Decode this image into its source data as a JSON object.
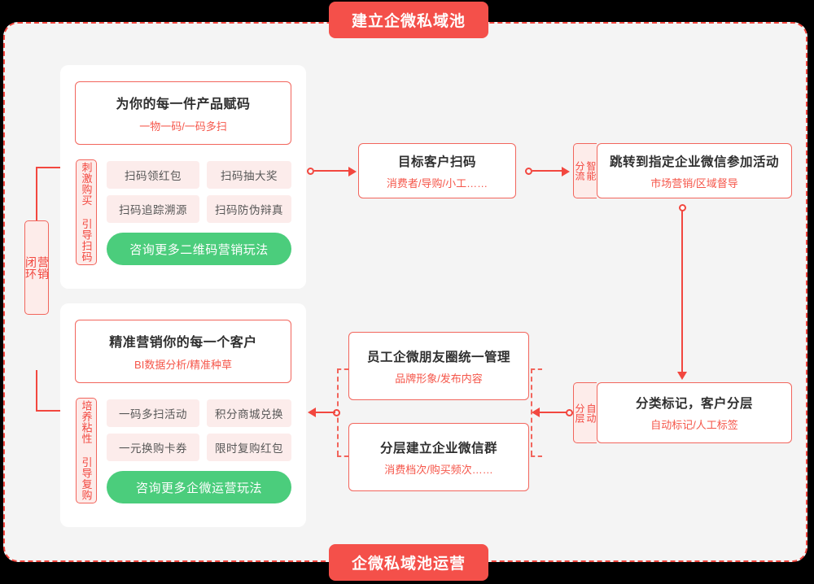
{
  "banners": {
    "top": "建立企微私域池",
    "bottom": "企微私域池运营"
  },
  "loop_label": "营销\n闭环",
  "cards": [
    {
      "id": "card-top",
      "headline_title": "为你的每一件产品赋码",
      "headline_sub": "一物一码/一码多扫",
      "side_label": "刺激购买 引导扫码",
      "tags": [
        "扫码领红包",
        "扫码抽大奖",
        "扫码追踪溯源",
        "扫码防伪辩真"
      ],
      "cta": "咨询更多二维码营销玩法"
    },
    {
      "id": "card-bottom",
      "headline_title": "精准营销你的每一个客户",
      "headline_sub": "BI数据分析/精准种草",
      "side_label": "培养粘性 引导复购",
      "tags": [
        "一码多扫活动",
        "积分商城兑换",
        "一元换购卡券",
        "限时复购红包"
      ],
      "cta": "咨询更多企微运营玩法"
    }
  ],
  "flow": {
    "scan": {
      "title": "目标客户扫码",
      "sub": "消费者/导购/小工……"
    },
    "jump": {
      "label": "智能\n分流",
      "title": "跳转到指定企业微信参加活动",
      "sub": "市场营销/区域督导"
    },
    "classify": {
      "label": "自动\n分层",
      "title": "分类标记，客户分层",
      "sub": "自动标记/人工标签"
    },
    "moments": {
      "title": "员工企微朋友圈统一管理",
      "sub": "品牌形象/发布内容"
    },
    "groups": {
      "title": "分层建立企业微信群",
      "sub": "消费档次/购买频次……"
    }
  },
  "colors": {
    "accent_red": "#f2473f",
    "banner_red": "#f4504a",
    "sub_red": "#f5564a",
    "green": "#4bcd7c",
    "tag_pink": "#fceceb",
    "frame_bg": "#f4f4f4"
  }
}
